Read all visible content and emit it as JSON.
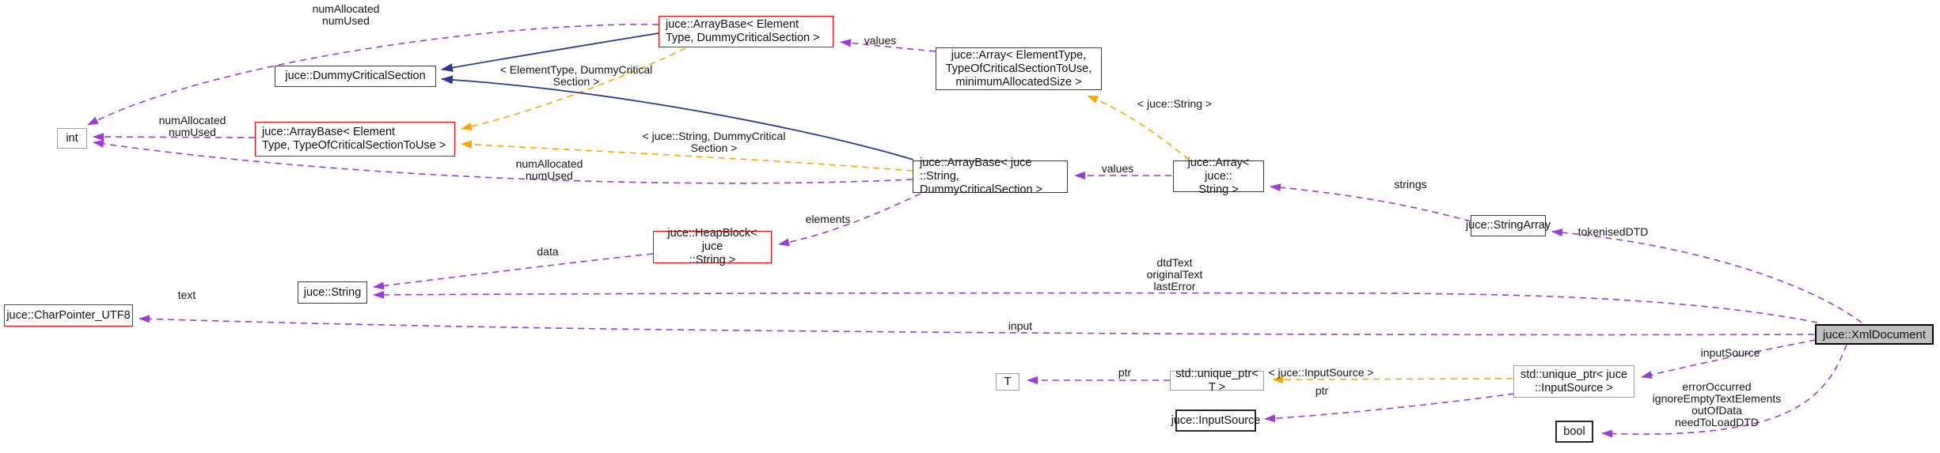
{
  "nodes": {
    "arraybaseEtDcs": "juce::ArrayBase< Element\nType, DummyCriticalSection >",
    "arrayEt": "juce::Array< ElementType,\nTypeOfCriticalSectionToUse,\nminimumAllocatedSize >",
    "dummyCriticalSection": "juce::DummyCriticalSection",
    "intType": "int",
    "arraybaseEtTocs": "juce::ArrayBase< Element\nType, TypeOfCriticalSectionToUse >",
    "arraybaseStrDcs": "juce::ArrayBase< juce\n::String, DummyCriticalSection >",
    "arrayStr": "juce::Array< juce::\nString >",
    "stringArray": "juce::StringArray",
    "heapBlock": "juce::HeapBlock< juce\n::String >",
    "stringNode": "juce::String",
    "charPointerUtf8": "juce::CharPointer_UTF8",
    "xmlDocument": "juce::XmlDocument",
    "tType": "T",
    "uniquePtrT": "std::unique_ptr< T >",
    "uniquePtrInputSource": "std::unique_ptr< juce\n::InputSource >",
    "inputSource": "juce::InputSource",
    "boolType": "bool"
  },
  "edge_labels": {
    "numAllocatedTop": "numAllocated\nnumUsed",
    "numAllocatedMid": "numAllocated\nnumUsed",
    "numAllocatedLow": "numAllocated\nnumUsed",
    "valuesTop": "values",
    "valuesMid": "values",
    "tplElementDummy": "< ElementType, DummyCritical\nSection >",
    "tplStringDummy": "< juce::String, DummyCritical\nSection >",
    "tplString": "< juce::String >",
    "tplInputSource": "< juce::InputSource >",
    "strings": "strings",
    "tokenisedDTD": "tokenisedDTD",
    "elements": "elements",
    "data": "data",
    "dtdTextGroup": "dtdText\noriginalText\nlastError",
    "text": "text",
    "input": "input",
    "inputSource": "inputSource",
    "ptr1": "ptr",
    "ptr2": "ptr",
    "errorFlags": "errorOccurred\nignoreEmptyTextElements\noutOfData\nneedToLoadDTD"
  },
  "colors": {
    "usage_edge": "#9a3cd6",
    "template_edge": "#ffa500",
    "inheritance_edge": "#2b3a8f",
    "truncated_border": "#ff0000",
    "undocumented_border": "#9d9d9d",
    "current_node_fill": "#bfbfbf",
    "background": "#ffffff"
  }
}
